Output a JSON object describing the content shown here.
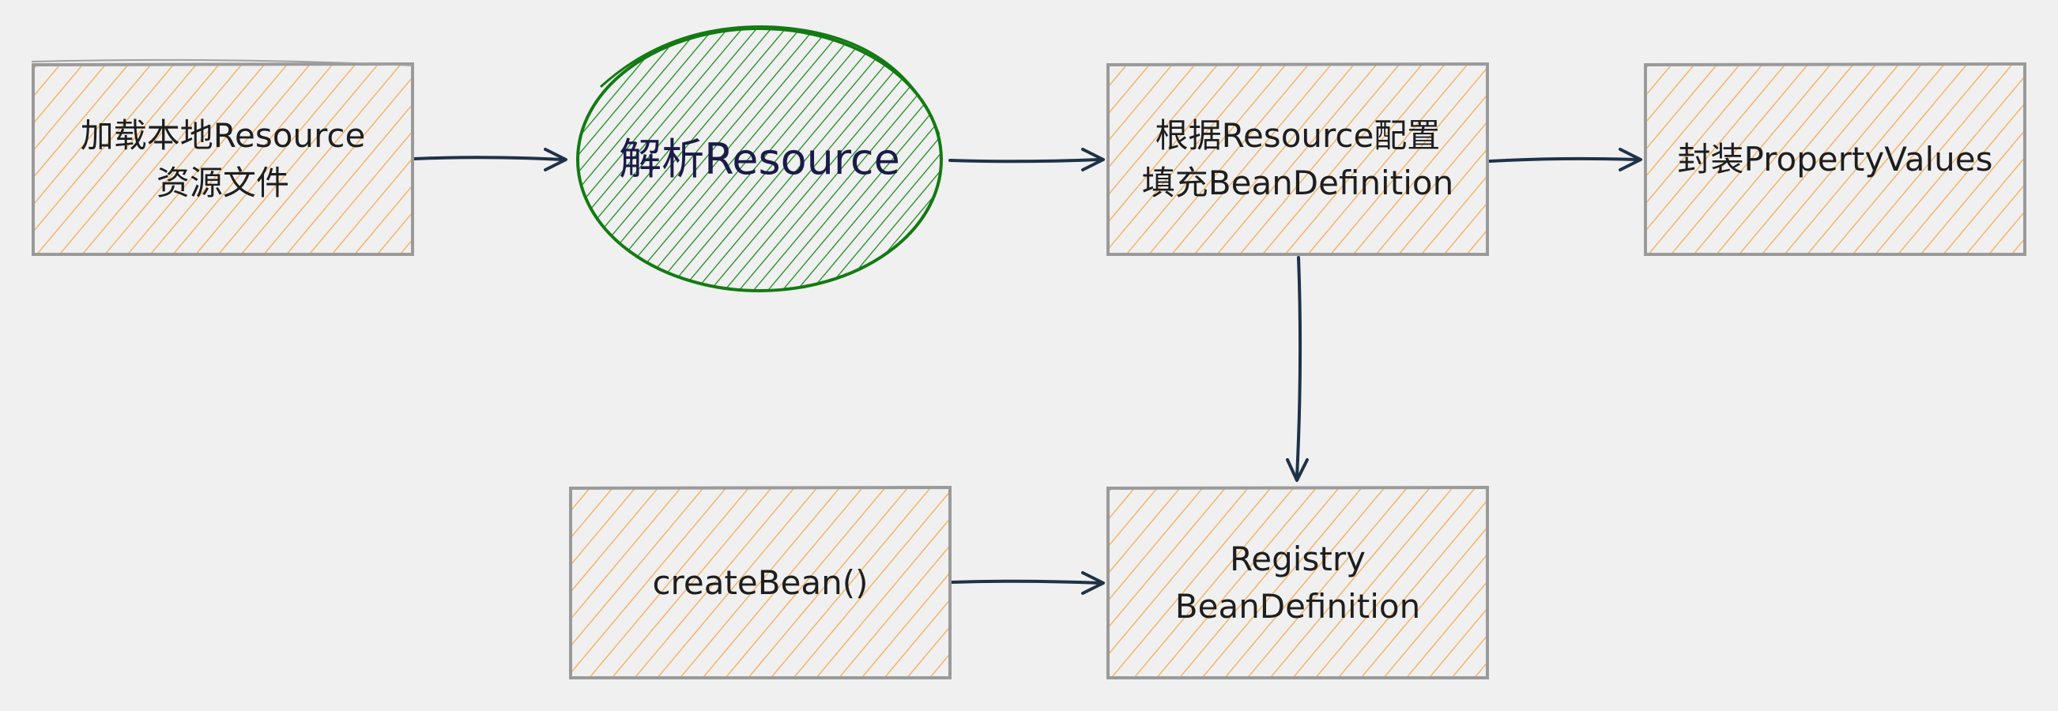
{
  "diagram": {
    "nodes": [
      {
        "id": "load",
        "shape": "rectangle",
        "lines": [
          "加载本地Resource",
          "资源文件"
        ]
      },
      {
        "id": "parse",
        "shape": "ellipse",
        "lines": [
          "解析Resource"
        ]
      },
      {
        "id": "fill",
        "shape": "rectangle",
        "lines": [
          "根据Resource配置",
          "填充BeanDefinition"
        ]
      },
      {
        "id": "wrap",
        "shape": "rectangle",
        "lines": [
          "封装PropertyValues"
        ]
      },
      {
        "id": "registry",
        "shape": "rectangle",
        "lines": [
          "Registry",
          "BeanDefinition"
        ]
      },
      {
        "id": "create",
        "shape": "rectangle",
        "lines": [
          "createBean()"
        ]
      }
    ],
    "edges": [
      {
        "from": "load",
        "to": "parse"
      },
      {
        "from": "parse",
        "to": "fill"
      },
      {
        "from": "fill",
        "to": "wrap"
      },
      {
        "from": "fill",
        "to": "registry"
      },
      {
        "from": "create",
        "to": "registry"
      }
    ],
    "colors": {
      "box_hatch": "#f5a94f",
      "box_border": "#9a9a9a",
      "ellipse_hatch": "#1f8a1f",
      "ellipse_border": "#137a13",
      "arrow": "#1e3247",
      "background": "#f0f0f0"
    }
  }
}
